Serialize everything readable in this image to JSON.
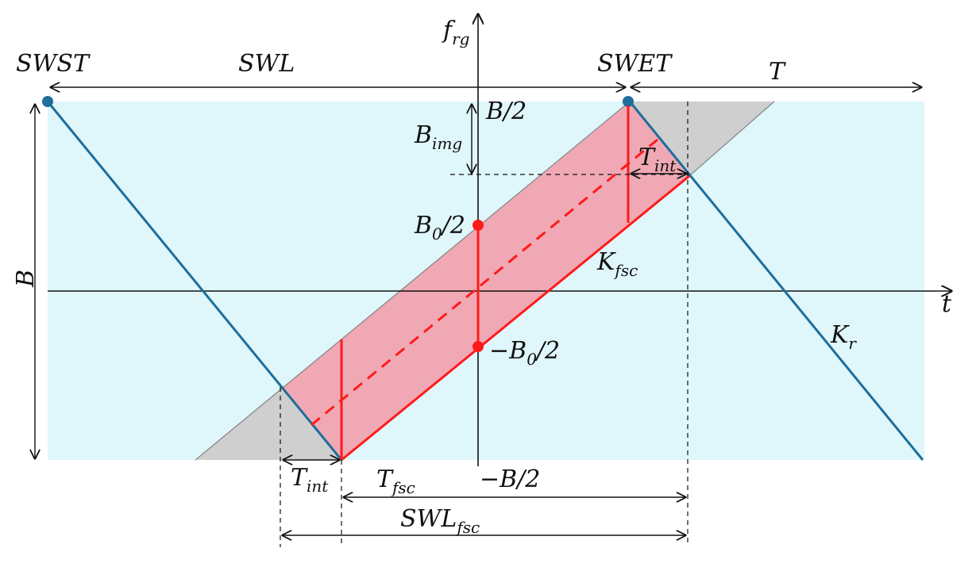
{
  "labels": {
    "f_rg": {
      "main": "f",
      "sub": "rg"
    },
    "t": "t",
    "swst": "SWST",
    "swl": "SWL",
    "swet": "SWET",
    "T": "T",
    "B": "B",
    "b_half_top": "B/2",
    "b_img": {
      "main": "B",
      "sub": "img"
    },
    "t_int_top": {
      "main": "T",
      "sub": "int"
    },
    "b0_half": {
      "main": "B",
      "sub": "0",
      "suffix": "/2"
    },
    "neg_b0_half": {
      "prefix": "−B",
      "sub": "0",
      "suffix": "/2"
    },
    "k_fsc": {
      "main": "K",
      "sub": "fsc"
    },
    "k_r": {
      "main": "K",
      "sub": "r"
    },
    "t_int_bottom": {
      "main": "T",
      "sub": "int"
    },
    "t_fsc": {
      "main": "T",
      "sub": "fsc"
    },
    "neg_b_half": "−B/2",
    "swl_fsc": {
      "main": "SWL",
      "sub": "fsc"
    }
  },
  "colors": {
    "band": "#dff6fb",
    "blue_line": "#1f6e9b",
    "red": "#ff1a1a",
    "red_fill": "#f0a9b4",
    "gray_fill": "#cfcfcf",
    "gray_edge": "#8a8a8a",
    "axis": "#111111"
  }
}
